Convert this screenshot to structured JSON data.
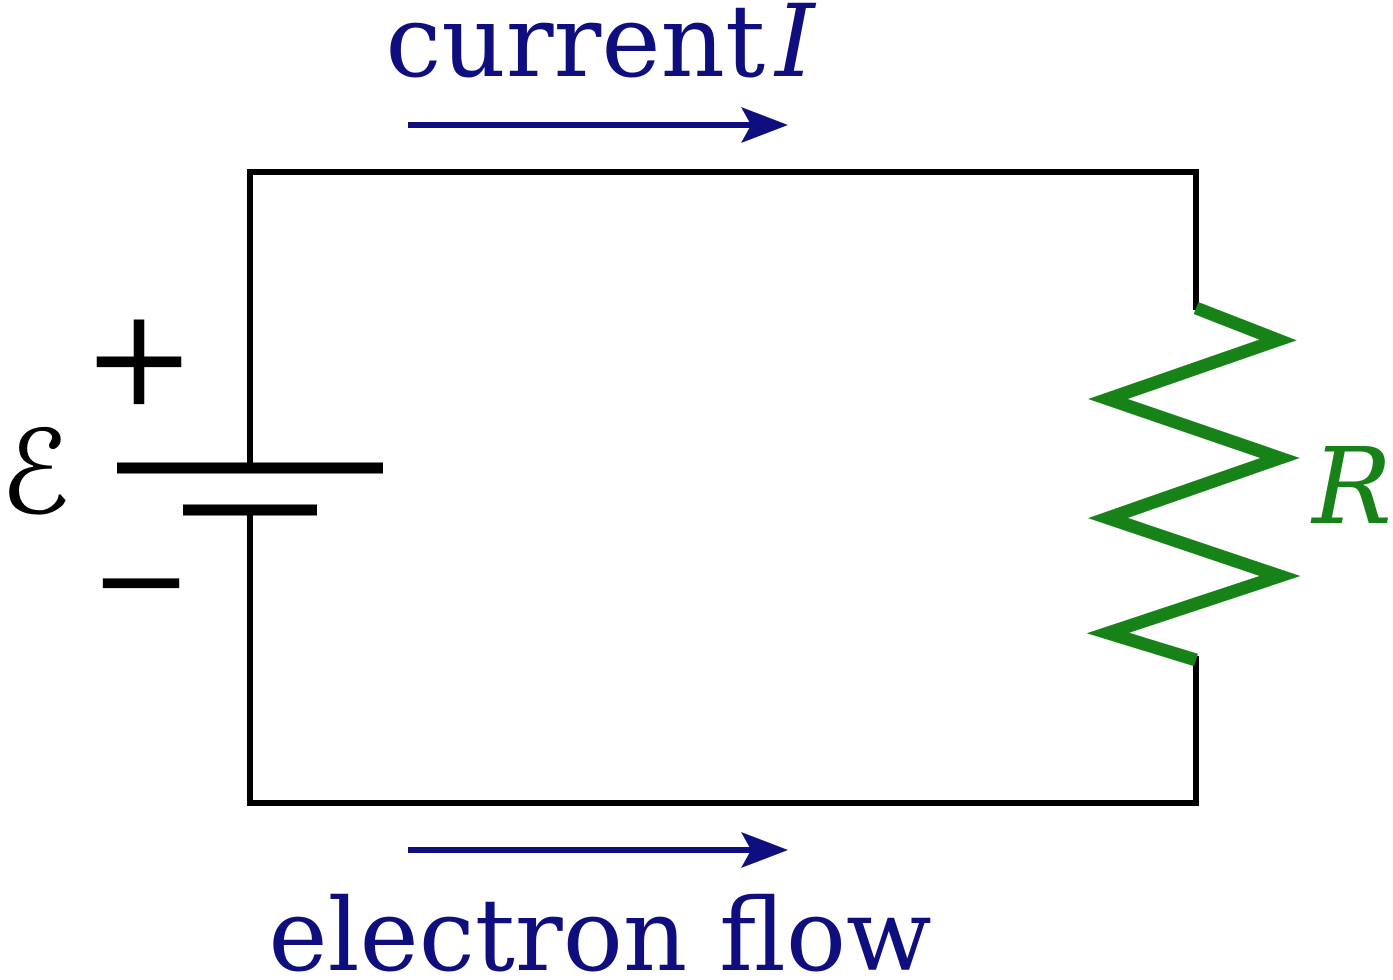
{
  "diagram": {
    "type": "series-circuit-schematic",
    "top_annotation": {
      "text": "current",
      "symbol": "I",
      "arrow_direction": "right"
    },
    "bottom_annotation": {
      "text": "electron flow",
      "arrow_direction": "right"
    },
    "battery": {
      "emf_symbol": "ℰ",
      "plus_label": "+",
      "minus_label": "−"
    },
    "resistor": {
      "symbol": "R"
    },
    "colors": {
      "annotation": "#0e0e7e",
      "resistor": "#178217",
      "wire": "#000000"
    }
  }
}
